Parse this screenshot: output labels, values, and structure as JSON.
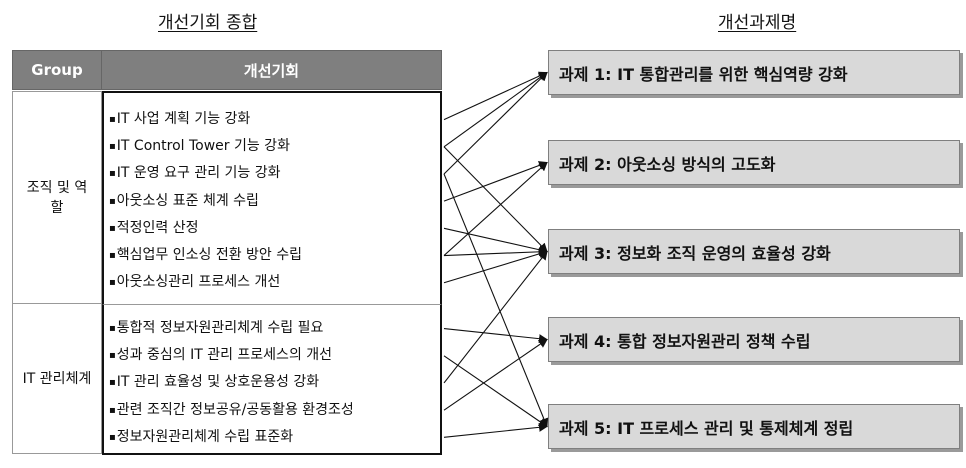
{
  "headings": {
    "left": "개선기회 종합",
    "right": "개선과제명"
  },
  "table": {
    "header_group": "Group",
    "header_opportunity": "개선기회"
  },
  "groups": [
    {
      "name": "조직 및 역할",
      "items": [
        "IT 사업 계획 기능 강화",
        "IT Control Tower 기능 강화",
        "IT 운영 요구 관리 기능 강화",
        "아웃소싱 표준 체계 수립",
        "적정인력 산정",
        "핵심업무 인소싱 전환 방안 수립",
        "아웃소싱관리 프로세스 개선"
      ]
    },
    {
      "name": "IT 관리체계",
      "items": [
        "통합적 정보자원관리체계 수립 필요",
        "성과 중심의 IT 관리 프로세스의 개선",
        "IT 관리 효율성 및 상호운용성 강화",
        "관련 조직간 정보공유/공동활용 환경조성",
        "정보자원관리체계 수립 표준화"
      ]
    }
  ],
  "bullet_glyph": "▪",
  "tasks": [
    "과제 1: IT 통합관리를 위한 핵심역량 강화",
    "과제 2: 아웃소싱 방식의 고도화",
    "과제 3: 정보화 조직 운영의 효율성 강화",
    "과제 4: 통합 정보자원관리 정책 수립",
    "과제 5: IT 프로세스 관리 및 통제체계 정립"
  ],
  "links": [
    {
      "from": 0,
      "to": 0
    },
    {
      "from": 1,
      "to": 0
    },
    {
      "from": 1,
      "to": 2
    },
    {
      "from": 2,
      "to": 0
    },
    {
      "from": 2,
      "to": 4
    },
    {
      "from": 3,
      "to": 1
    },
    {
      "from": 4,
      "to": 2
    },
    {
      "from": 5,
      "to": 2
    },
    {
      "from": 5,
      "to": 1
    },
    {
      "from": 6,
      "to": 2
    },
    {
      "from": 7,
      "to": 3
    },
    {
      "from": 8,
      "to": 4
    },
    {
      "from": 9,
      "to": 2
    },
    {
      "from": 10,
      "to": 3
    },
    {
      "from": 11,
      "to": 4
    }
  ]
}
